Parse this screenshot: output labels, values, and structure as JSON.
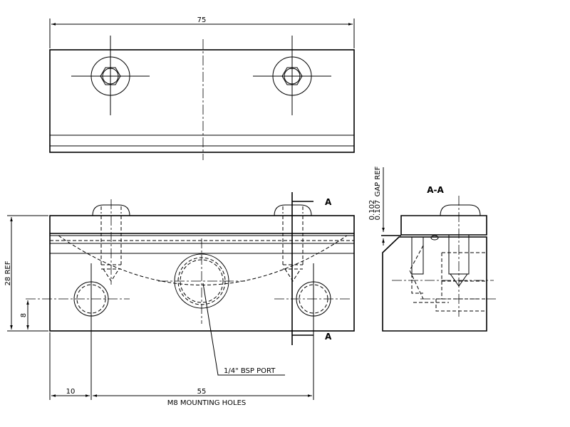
{
  "top_view": {
    "dim_width": "75"
  },
  "front_view": {
    "dim_height": "28 REF",
    "dim_hole_height": "8",
    "dim_edge": "10",
    "dim_pitch": "55",
    "holes_note": "M8 MOUNTING HOLES",
    "port_note": "1/4\" BSP PORT",
    "section_mark_top": "A",
    "section_mark_bottom": "A"
  },
  "section_view": {
    "title": "A-A",
    "gap_upper": "0.107",
    "gap_lower": "0.102",
    "gap_note": "GAP REF"
  }
}
